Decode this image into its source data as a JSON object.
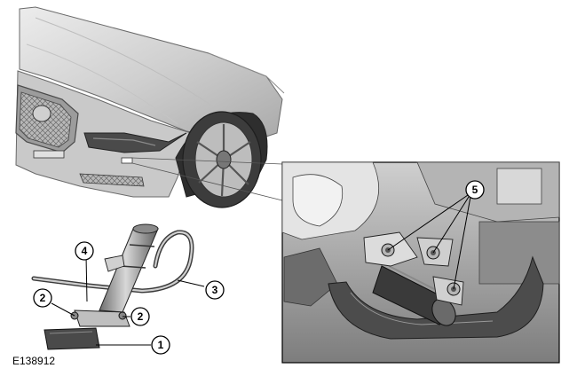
{
  "figure": {
    "id_label": "E138912"
  },
  "callouts": [
    {
      "key": "1",
      "label": "1"
    },
    {
      "key": "2a",
      "label": "2"
    },
    {
      "key": "2b",
      "label": "2"
    },
    {
      "key": "3",
      "label": "3"
    },
    {
      "key": "4",
      "label": "4"
    },
    {
      "key": "5",
      "label": "5"
    }
  ],
  "colors": {
    "line": "#000000",
    "body_light": "#d4d4d4",
    "body_mid": "#a8a8a8",
    "body_dark": "#5a5a5a",
    "inset_bg": "#9a9a9a"
  }
}
